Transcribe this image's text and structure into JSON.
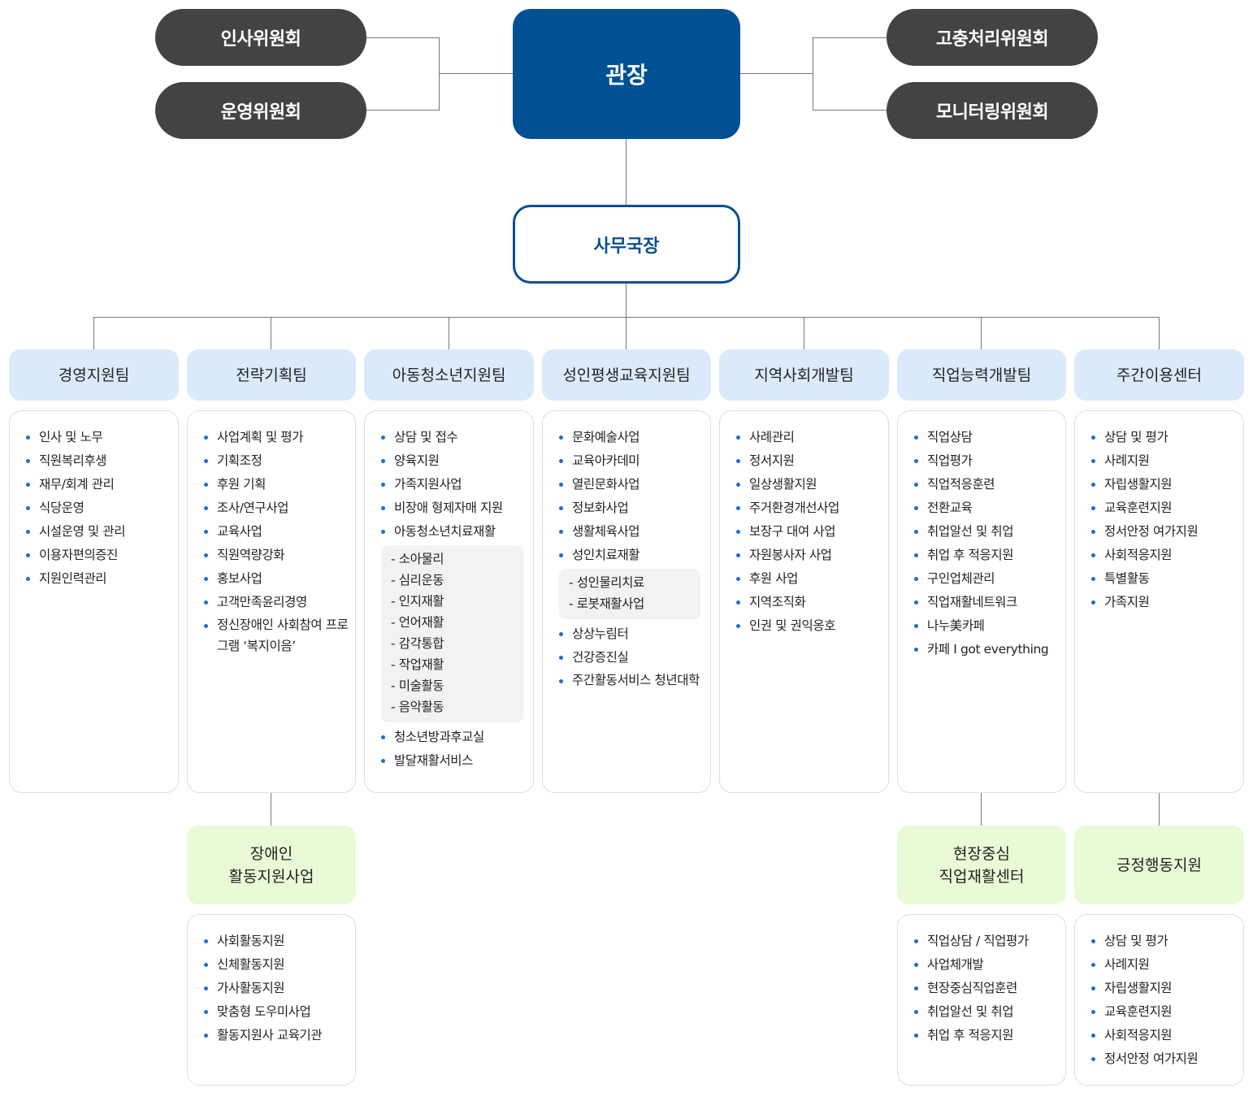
{
  "top": {
    "director": "관장",
    "committees_left": [
      "인사위원회",
      "운영위원회"
    ],
    "committees_right": [
      "고충처리위원회",
      "모니터링위원회"
    ]
  },
  "secretary": "사무국장",
  "teams": [
    {
      "name": "경영지원팀",
      "items": [
        {
          "text": "인사 및 노무"
        },
        {
          "text": "직원복리후생"
        },
        {
          "text": "재무/회계 관리"
        },
        {
          "text": "식당운영"
        },
        {
          "text": "시설운영 및 관리"
        },
        {
          "text": "이용자편의증진"
        },
        {
          "text": "지원인력관리"
        }
      ]
    },
    {
      "name": "전략기획팀",
      "items": [
        {
          "text": "사업계획 및 평가"
        },
        {
          "text": "기획조정"
        },
        {
          "text": "후원 기획"
        },
        {
          "text": "조사/연구사업"
        },
        {
          "text": "교육사업"
        },
        {
          "text": "직원역량강화"
        },
        {
          "text": "홍보사업"
        },
        {
          "text": "고객만족윤리경영"
        },
        {
          "text": "정신장애인 사회참여 프로그램 ‘복지이음’",
          "multi": true
        }
      ]
    },
    {
      "name": "아동청소년지원팀",
      "items": [
        {
          "text": "상담 및 접수"
        },
        {
          "text": "양육지원"
        },
        {
          "text": "가족지원사업"
        },
        {
          "text": "비장애 형제자매 지원"
        },
        {
          "text": "아동청소년치료재활",
          "sub": [
            "- 소아물리",
            "- 심리운동",
            "- 인지재활",
            "- 언어재활",
            "- 감각통합",
            "- 작업재활",
            "- 미술활동",
            "- 음악활동"
          ]
        },
        {
          "text": "청소년방과후교실"
        },
        {
          "text": "발달재활서비스"
        }
      ]
    },
    {
      "name": "성인평생교육지원팀",
      "items": [
        {
          "text": "문화예술사업"
        },
        {
          "text": "교육아카데미"
        },
        {
          "text": "열린문화사업"
        },
        {
          "text": "정보화사업"
        },
        {
          "text": "생활체육사업"
        },
        {
          "text": "성인치료재활",
          "sub": [
            "- 성인물리치료",
            "- 로봇재활사업"
          ]
        },
        {
          "text": "상상누림터"
        },
        {
          "text": "건강증진실"
        },
        {
          "text": "주간활동서비스 청년대학",
          "multi": true
        }
      ]
    },
    {
      "name": "지역사회개발팀",
      "items": [
        {
          "text": "사례관리"
        },
        {
          "text": "정서지원"
        },
        {
          "text": "일상생활지원"
        },
        {
          "text": "주거환경개선사업"
        },
        {
          "text": "보장구 대여 사업"
        },
        {
          "text": "자원봉사자 사업"
        },
        {
          "text": "후원 사업"
        },
        {
          "text": "지역조직화"
        },
        {
          "text": "인권 및 권익옹호"
        }
      ]
    },
    {
      "name": "직업능력개발팀",
      "items": [
        {
          "text": "직업상담"
        },
        {
          "text": "직업평가"
        },
        {
          "text": "직업적응훈련"
        },
        {
          "text": "전환교육"
        },
        {
          "text": "취업알선 및 취업"
        },
        {
          "text": "취업 후 적응지원"
        },
        {
          "text": "구인업체관리"
        },
        {
          "text": "직업재활네트워크"
        },
        {
          "text": "나누美카페"
        },
        {
          "text": "카페 I got everything"
        }
      ]
    },
    {
      "name": "주간이용센터",
      "items": [
        {
          "text": "상담 및 평가"
        },
        {
          "text": "사례지원"
        },
        {
          "text": "자립생활지원"
        },
        {
          "text": "교육훈련지원"
        },
        {
          "text": "정서안정 여가지원"
        },
        {
          "text": "사회적응지원"
        },
        {
          "text": "특별활동"
        },
        {
          "text": "가족지원"
        }
      ]
    }
  ],
  "sub_units": [
    {
      "name": "장애인\n활동지원사업",
      "items": [
        {
          "text": "사회활동지원"
        },
        {
          "text": "신체활동지원"
        },
        {
          "text": "가사활동지원"
        },
        {
          "text": "맞춤형 도우미사업"
        },
        {
          "text": "활동지원사 교육기관"
        }
      ]
    },
    {
      "name": "현장중심\n직업재활센터",
      "items": [
        {
          "text": "직업상담 / 직업평가"
        },
        {
          "text": "사업체개발"
        },
        {
          "text": "현장중심직업훈련"
        },
        {
          "text": "취업알선 및 취업"
        },
        {
          "text": "취업 후 적응지원"
        }
      ]
    },
    {
      "name": "긍정행동지원",
      "items": [
        {
          "text": "상담 및 평가"
        },
        {
          "text": "사례지원"
        },
        {
          "text": "자립생활지원"
        },
        {
          "text": "교육훈련지원"
        },
        {
          "text": "사회적응지원"
        },
        {
          "text": "정서안정 여가지원"
        }
      ]
    }
  ],
  "colors": {
    "director_bg": "#005094",
    "committee_bg": "#434343",
    "team_head_bg": "#dbeafb",
    "sub_head_bg": "#e9fad6",
    "bullet": "#1a6fd0"
  }
}
